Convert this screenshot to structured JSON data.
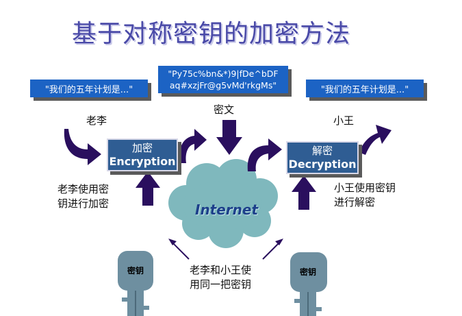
{
  "title": "基于对称密钥的加密方法",
  "plaintext_left": "\"我们的五年计划是...\"",
  "plaintext_right": "\"我们的五年计划是...\"",
  "ciphertext": {
    "line1": "\"Py75c%bn&*)9|fDe^bDF",
    "line2": "aq#xzjFr@g5vMd'rkgMs\""
  },
  "encrypt_box": {
    "cn": "加密",
    "en": "Encryption"
  },
  "decrypt_box": {
    "cn": "解密",
    "en": "Decryption"
  },
  "labels": {
    "sender": "老李",
    "receiver": "小王",
    "ciphertext": "密文",
    "sender_key_line1": "老李使用密",
    "sender_key_line2": "钥进行加密",
    "receiver_key_line1": "小王使用密钥",
    "receiver_key_line2": "进行解密",
    "shared_key_line1": "老李和小王使",
    "shared_key_line2": "用同一把密钥"
  },
  "internet": "Internet",
  "key_left": "密钥",
  "key_right": "密钥",
  "colors": {
    "title": "#4a4aa8",
    "message_box": "#1c63c4",
    "process_box": "#2f5d93",
    "arrow": "#2a0f5e",
    "cloud": "#7fb8bd",
    "key": "#6e8fa0"
  }
}
